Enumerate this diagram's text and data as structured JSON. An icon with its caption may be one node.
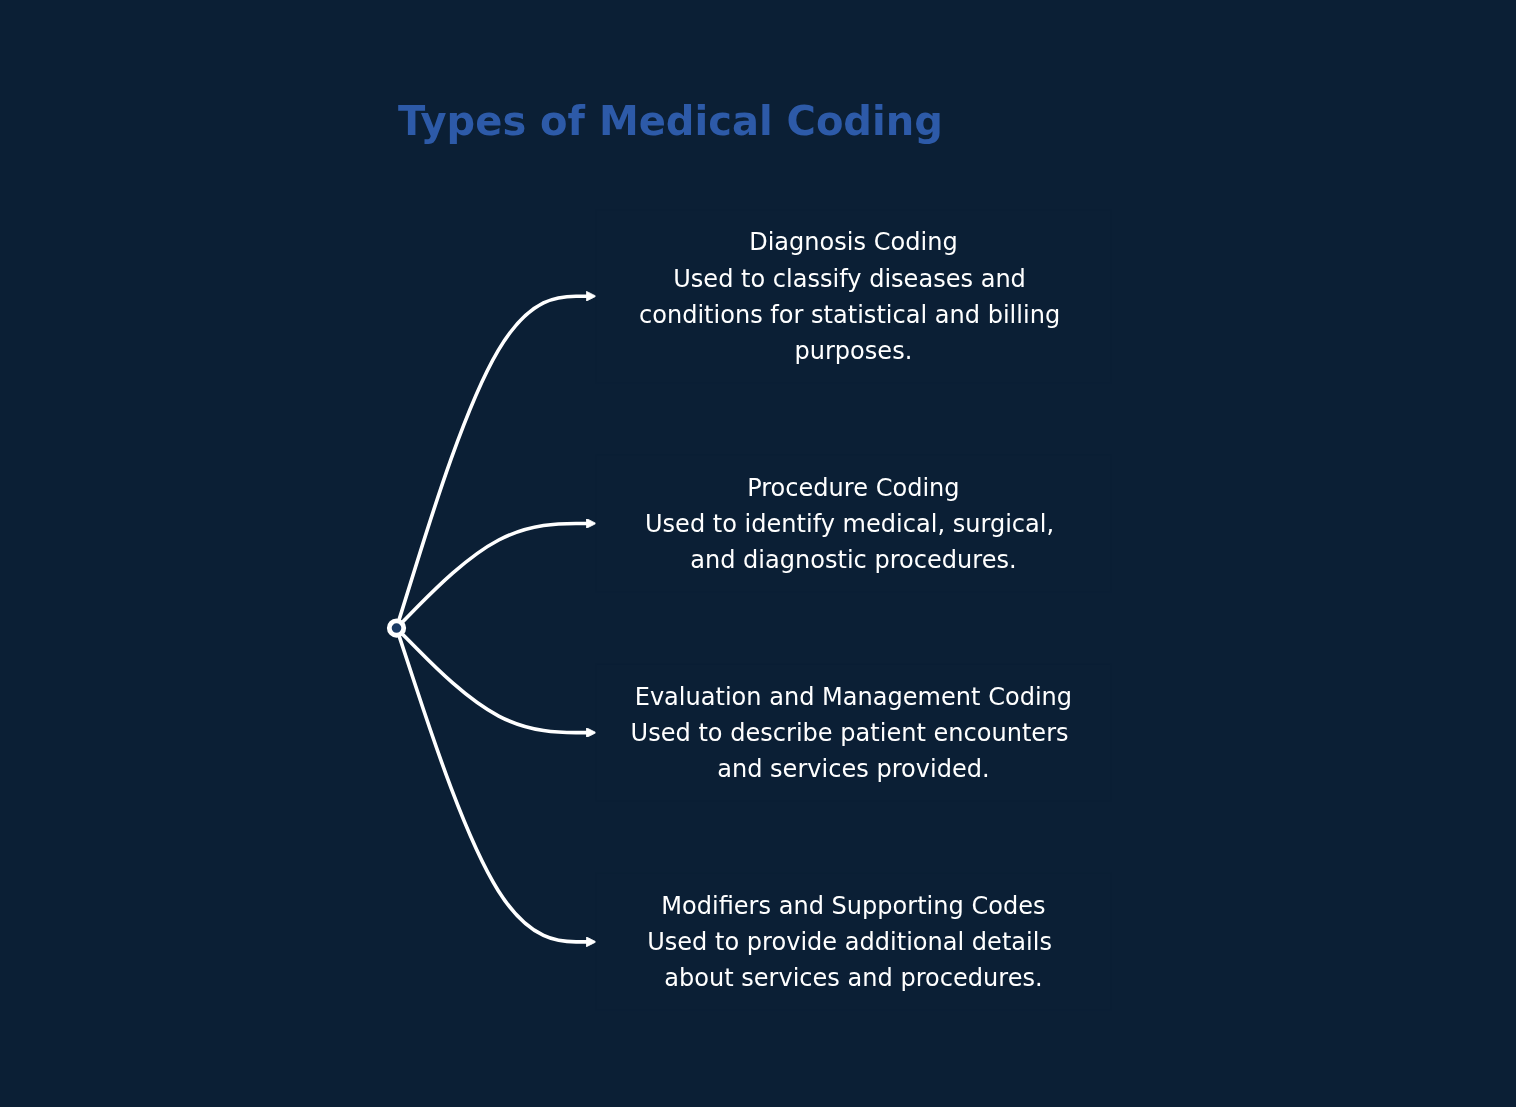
{
  "diagram": {
    "title": "Types of Medical Coding",
    "nodes": [
      {
        "text": [],
        "shape": "circle"
      },
      {
        "text": [
          "Diagnosis Coding",
          "Used to classify diseases and conditions for statistical and billing purposes."
        ]
      },
      {
        "text": [
          "Procedure Coding",
          "Used to identify medical, surgical, and diagnostic procedures."
        ]
      },
      {
        "text": [
          "Evaluation and Management Coding",
          "Used to describe patient encounters and services provided."
        ]
      },
      {
        "text": [
          "Modifiers and Supporting Codes",
          "Used to provide additional details about services and procedures."
        ]
      }
    ],
    "edges": [
      {
        "from": 0,
        "to": 1,
        "arrow": "to"
      },
      {
        "from": 0,
        "to": 2,
        "arrow": "to"
      },
      {
        "from": 0,
        "to": 3,
        "arrow": "to"
      },
      {
        "from": 0,
        "to": 4,
        "arrow": "to"
      }
    ]
  }
}
